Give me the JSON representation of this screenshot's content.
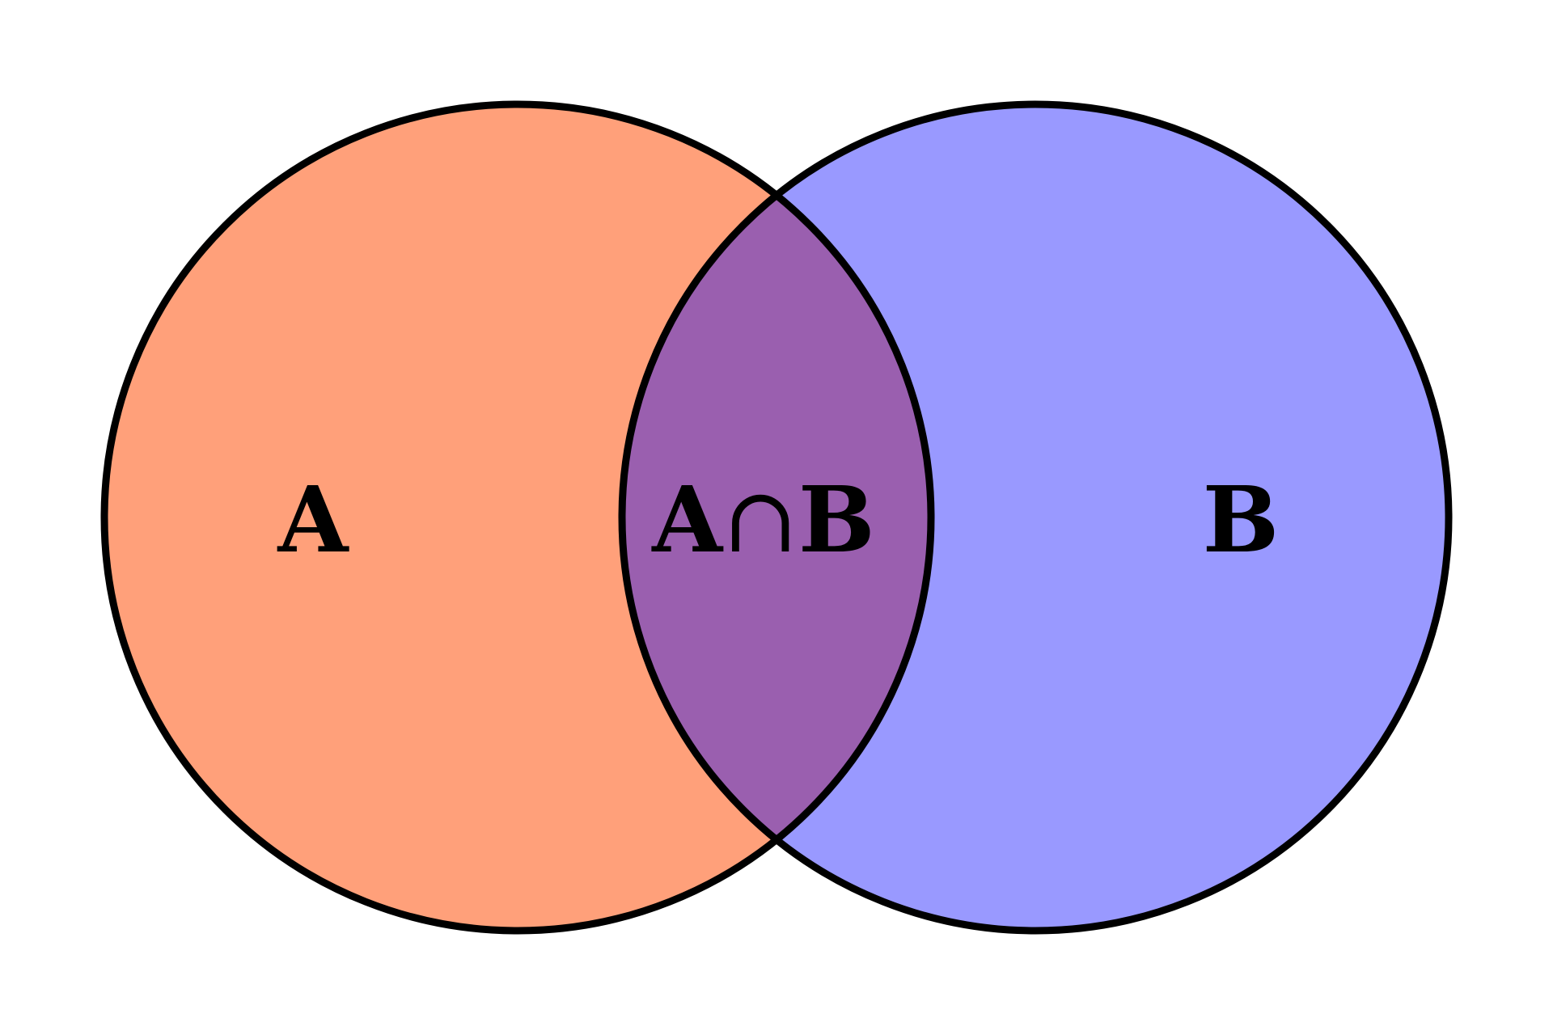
{
  "diagram": {
    "type": "venn",
    "sets": [
      {
        "label": "A",
        "color": "#FFA07A"
      },
      {
        "label": "B",
        "color": "#9999FF"
      }
    ],
    "intersection": {
      "label_left": "A",
      "operator": "∩",
      "label_right": "B",
      "color": "#9A5FAF"
    },
    "stroke_color": "#000000"
  }
}
